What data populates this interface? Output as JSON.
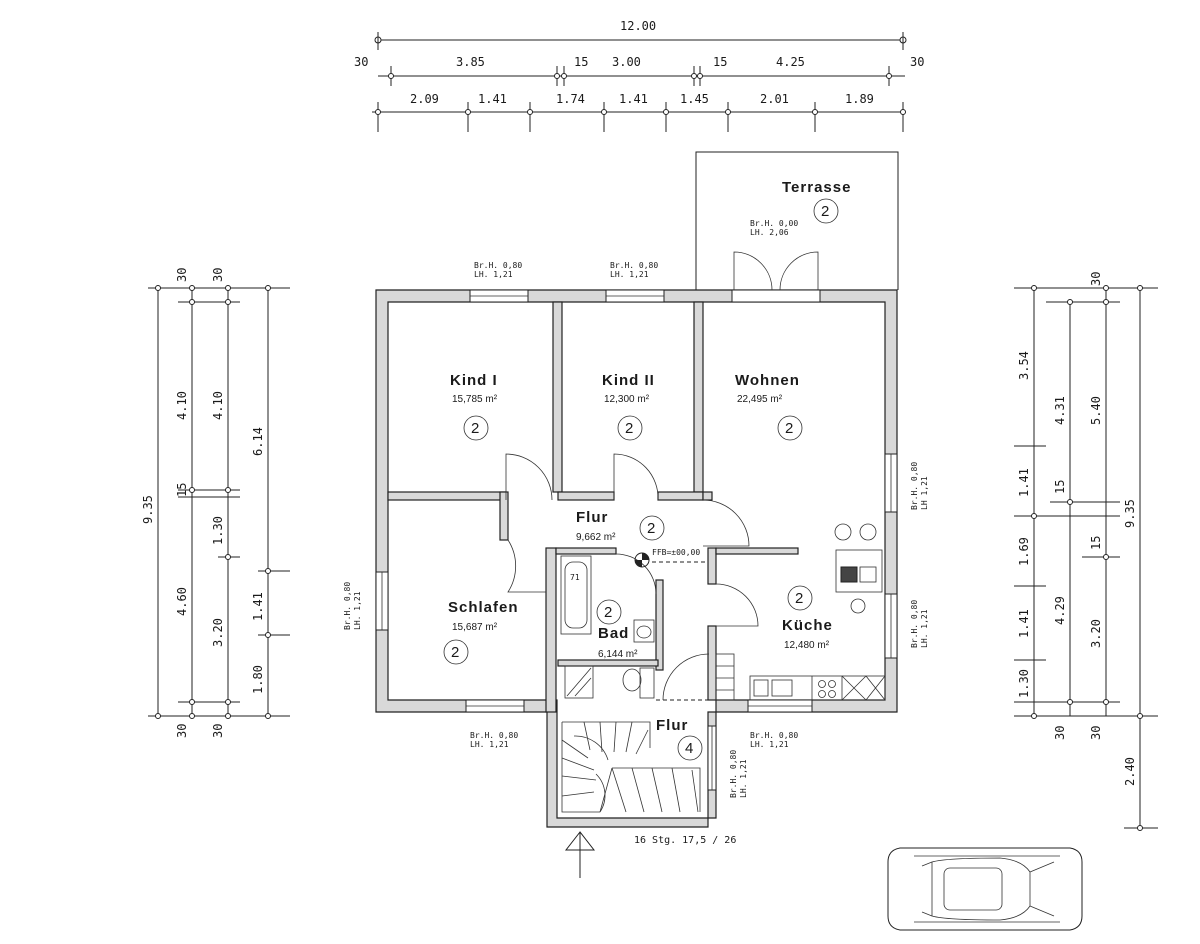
{
  "dimensions": {
    "top": {
      "total": "12.00",
      "row2": [
        "30",
        "3.85",
        "15",
        "3.00",
        "15",
        "4.25",
        "30"
      ],
      "row3": [
        "2.09",
        "1.41",
        "1.74",
        "1.41",
        "1.45",
        "2.01",
        "1.89"
      ]
    },
    "left": {
      "top_marks": [
        "30",
        "30"
      ],
      "bottom_marks": [
        "30",
        "30"
      ],
      "col1": [
        "9.35"
      ],
      "col2": [
        "4.10",
        "15",
        "4.60"
      ],
      "col3": [
        "4.10",
        "1.30",
        "3.20"
      ],
      "col4": [
        "6.14",
        "1.41",
        "1.80"
      ]
    },
    "right": {
      "top_marks": [
        "30"
      ],
      "bottom_marks": [
        "30",
        "30"
      ],
      "col1": [
        "3.54",
        "1.41",
        "1.69",
        "1.41",
        "1.30"
      ],
      "col2": [
        "4.31",
        "15",
        "4.29"
      ],
      "col3": [
        "5.40",
        "15",
        "3.20"
      ],
      "col4": [
        "9.35",
        "2.40"
      ]
    }
  },
  "rooms": [
    {
      "name": "Kind I",
      "area": "15,785 m²",
      "num": "2"
    },
    {
      "name": "Kind II",
      "area": "12,300 m²",
      "num": "2"
    },
    {
      "name": "Wohnen",
      "area": "22,495 m²",
      "num": "2"
    },
    {
      "name": "Flur",
      "area": "9,662 m²",
      "num": "2"
    },
    {
      "name": "Schlafen",
      "area": "15,687 m²",
      "num": "2"
    },
    {
      "name": "Bad",
      "area": "6,144 m²",
      "num": "2"
    },
    {
      "name": "Küche",
      "area": "12,480 m²",
      "num": "2"
    },
    {
      "name": "Flur",
      "area": "",
      "num": "4"
    },
    {
      "name": "Terrasse",
      "area": "",
      "num": "2"
    }
  ],
  "windows": {
    "kind1": [
      "Br.H. 0,80",
      "LH. 1,21"
    ],
    "kind2": [
      "Br.H. 0,80",
      "LH. 1,21"
    ],
    "terrace": [
      "Br.H. 0,00",
      "LH. 2,06"
    ],
    "wohnen_east": [
      "Br.H. 0,80",
      "LH 1,21"
    ],
    "kueche_east": [
      "Br.H. 0,80",
      "LH. 1,21"
    ],
    "schlafen_west": [
      "Br.H. 0,80",
      "LH. 1,21"
    ],
    "schlafen_south": [
      "Br.H. 0,80",
      "LH. 1,21"
    ],
    "kueche_south": [
      "Br.H. 0,80",
      "LH. 1,21"
    ],
    "stair_east": [
      "Br.H. 0,80",
      "LH. 1,21"
    ]
  },
  "ffb_label": "FFB=±00,00",
  "stair_label": "16 Stg. 17,5 / 26",
  "bath_label": "71"
}
